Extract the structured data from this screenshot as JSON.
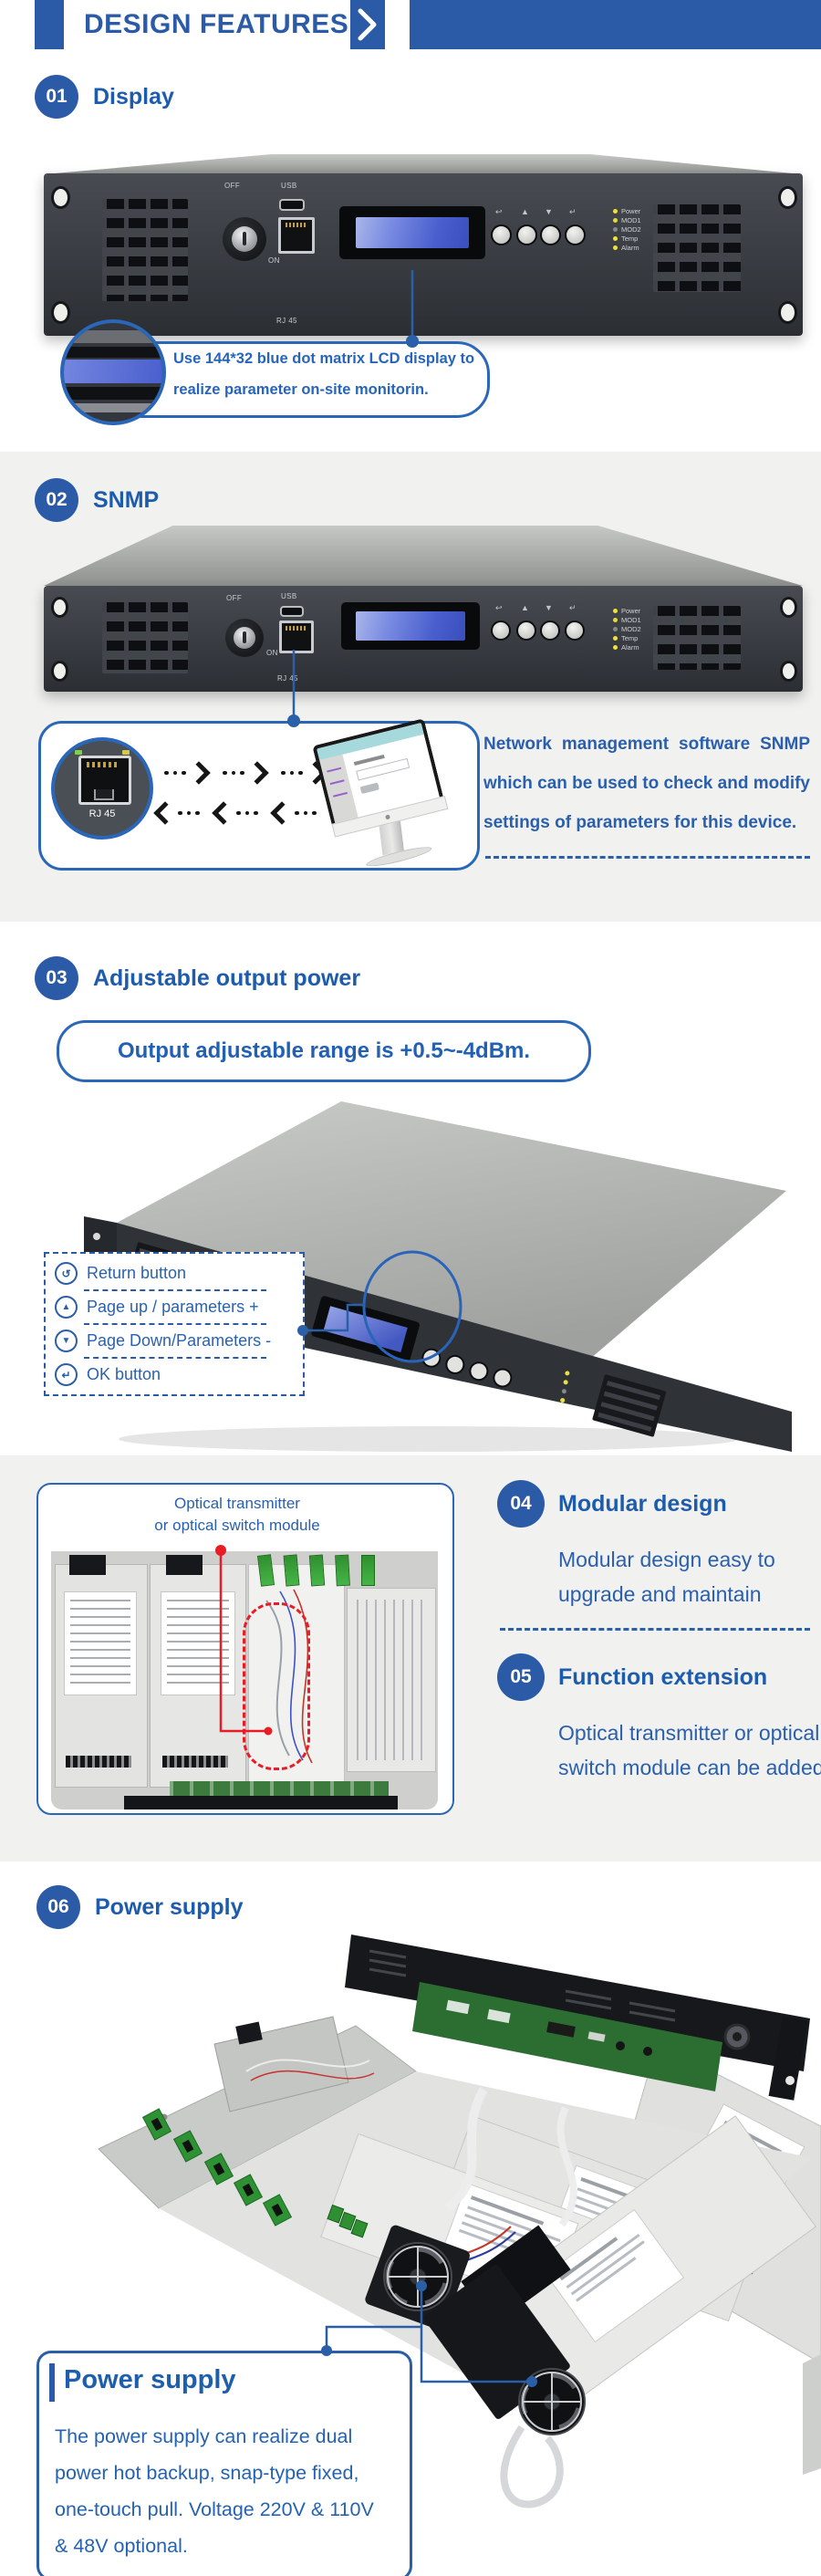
{
  "header": {
    "title": "DESIGN FEATURES"
  },
  "device_panel": {
    "off_label": "OFF",
    "on_label": "ON",
    "usb_label": "USB",
    "rj45_label": "RJ 45",
    "leds": [
      "Power",
      "MOD1",
      "MOD2",
      "Temp",
      "Alarm"
    ],
    "button_glyphs": [
      "↩",
      "▲",
      "▼",
      "↵"
    ]
  },
  "sections": {
    "display": {
      "num": "01",
      "title": "Display",
      "callout_line1": "Use 144*32 blue dot matrix LCD display to",
      "callout_line2": "realize parameter on-site monitorin."
    },
    "snmp": {
      "num": "02",
      "title": "SNMP",
      "rj45_label": "RJ 45",
      "description": "Network management software SNMP which can be used to check and modify settings of parameters for this device."
    },
    "output_power": {
      "num": "03",
      "title": "Adjustable output power",
      "pill_text": "Output adjustable range is +0.5~-4dBm.",
      "legend": [
        {
          "glyph": "↺",
          "label": "Return button"
        },
        {
          "glyph": "▲",
          "label": "Page up / parameters +"
        },
        {
          "glyph": "▼",
          "label": "Page Down/Parameters -"
        },
        {
          "glyph": "↵",
          "label": "OK button"
        }
      ]
    },
    "modular": {
      "num": "04",
      "title": "Modular design",
      "description": "Modular design easy to upgrade and maintain",
      "box_label_line1": "Optical transmitter",
      "box_label_line2": "or optical switch module"
    },
    "function_extension": {
      "num": "05",
      "title": "Function extension",
      "description": "Optical transmitter or optical switch module can be added"
    },
    "power_supply": {
      "num": "06",
      "title": "Power supply",
      "callout_title": "Power supply",
      "callout_body": "The power supply can realize dual power hot backup, snap-type fixed, one-touch pull. Voltage 220V & 110V & 48V optional."
    }
  },
  "colors": {
    "brand_blue": "#2b5ba7",
    "accent_border": "#2a67b8",
    "text_blue": "#2a5fae",
    "red_accent": "#e81c24",
    "lcd_blue": "#5d74d8",
    "led_yellow": "#efe23a"
  }
}
